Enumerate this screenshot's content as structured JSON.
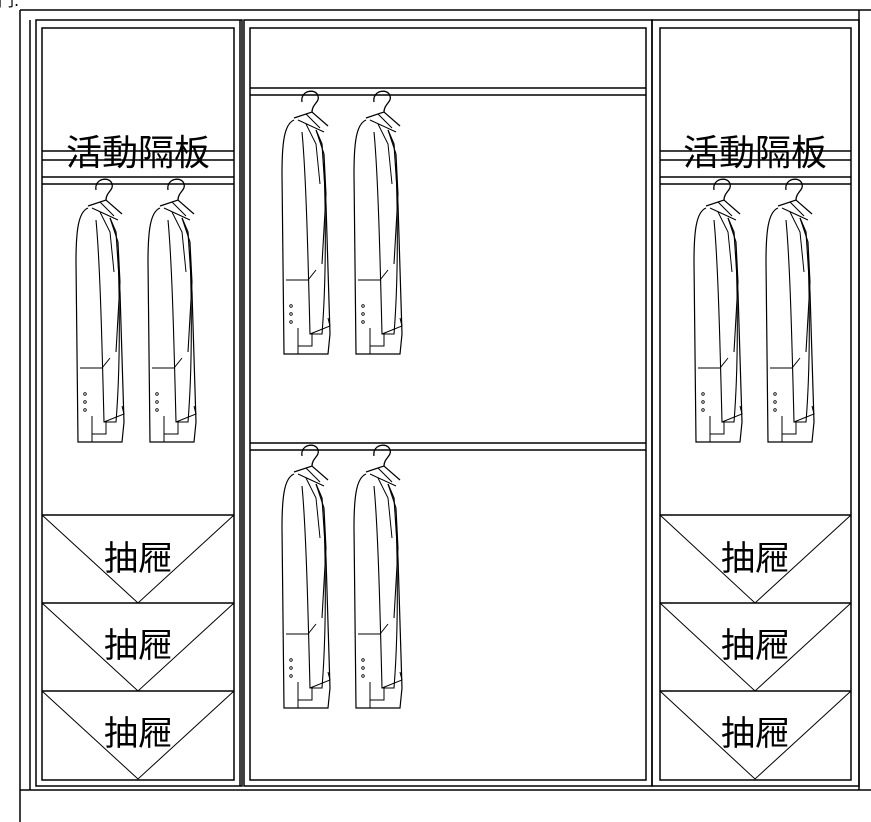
{
  "top_fragment": "門.",
  "labels": {
    "adjustable_shelf": "活動隔板",
    "drawer": "抽屜"
  },
  "left_section": {
    "shelf_label": "活動隔板",
    "drawers": [
      "抽屜",
      "抽屜",
      "抽屜"
    ]
  },
  "right_section": {
    "shelf_label": "活動隔板",
    "drawers": [
      "抽屜",
      "抽屜",
      "抽屜"
    ]
  },
  "colors": {
    "line": "#000000",
    "background": "#ffffff"
  }
}
